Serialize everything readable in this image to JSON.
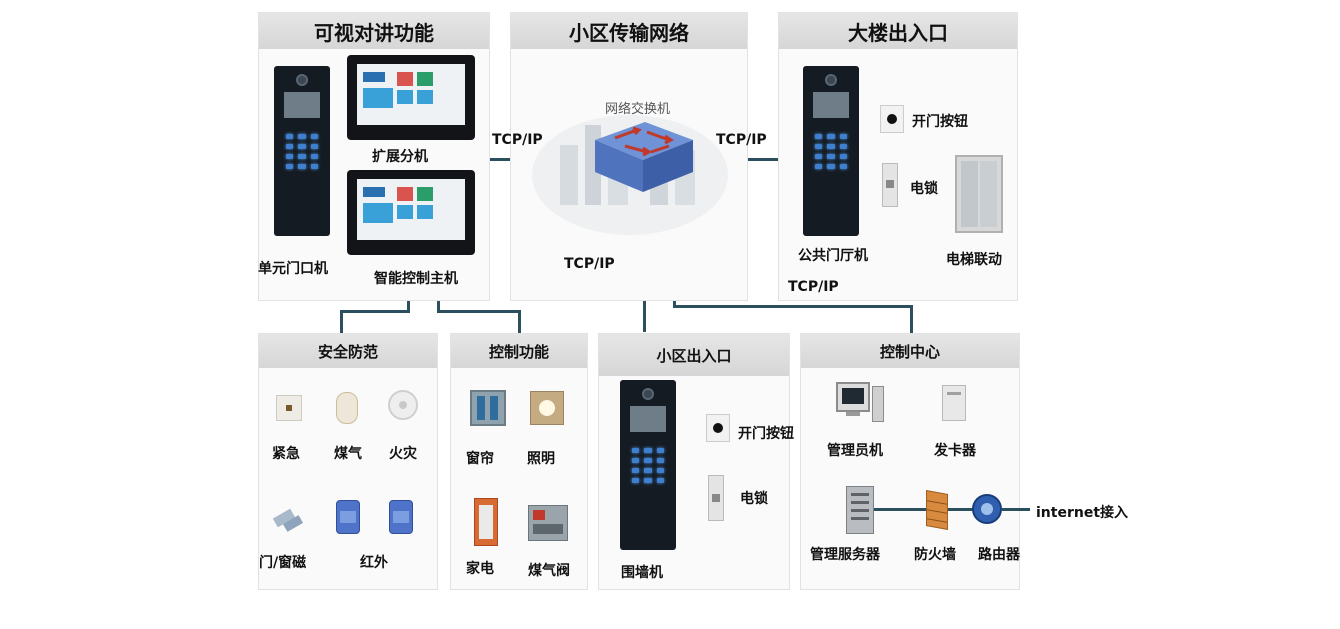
{
  "panels": {
    "intercom": {
      "title": "可视对讲功能",
      "unit_door": "单元门口机",
      "extension": "扩展分机",
      "main_host": "智能控制主机"
    },
    "network": {
      "title": "小区传输网络",
      "switch": "网络交换机",
      "tcp_left": "TCP/IP",
      "tcp_right": "TCP/IP",
      "tcp_bottom": "TCP/IP"
    },
    "building": {
      "title": "大楼出入口",
      "open_button": "开门按钮",
      "lock": "电锁",
      "lobby": "公共门厅机",
      "elevator": "电梯联动",
      "tcp": "TCP/IP"
    },
    "security": {
      "title": "安全防范",
      "items": [
        "紧急",
        "煤气",
        "火灾",
        "门/窗磁",
        "红外"
      ]
    },
    "control": {
      "title": "控制功能",
      "items": [
        "窗帘",
        "照明",
        "家电",
        "煤气阀"
      ]
    },
    "community": {
      "title": "小区出入口",
      "open_button": "开门按钮",
      "lock": "电锁",
      "wall": "围墙机"
    },
    "center": {
      "title": "控制中心",
      "admin_pc": "管理员机",
      "card": "发卡器",
      "server": "管理服务器",
      "firewall": "防火墙",
      "router": "路由器",
      "internet": "internet接入"
    }
  },
  "colors": {
    "line": "#2b4f5e",
    "panel_header": "#dcdcdc",
    "key_glow": "#3e7fd0"
  }
}
